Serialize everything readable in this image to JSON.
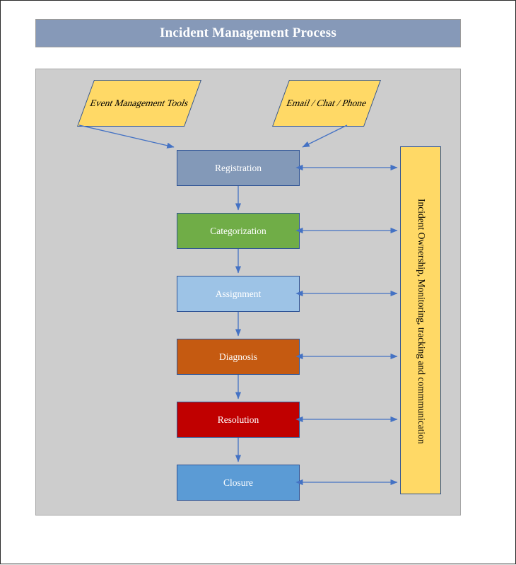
{
  "page": {
    "title": "Incident Management Process",
    "background_color": "#ffffff",
    "canvas_color": "#cdcdcd",
    "border_color": "#2b2b2b"
  },
  "header": {
    "title": "Incident Management Process",
    "fill": "#8699B8",
    "text_color": "#ffffff"
  },
  "inputs": [
    {
      "name": "event-management-tools",
      "lines": [
        "Event",
        "Management",
        "Tools"
      ],
      "fill": "#FFD966",
      "border": "#2E5395"
    },
    {
      "name": "email-chat-phone",
      "lines": [
        "Email / Chat",
        "/ Phone"
      ],
      "fill": "#FFD966",
      "border": "#2E5395"
    }
  ],
  "process_steps": [
    {
      "label": "Registration",
      "fill": "#8399B8",
      "text_color": "#ffffff"
    },
    {
      "label": "Categorization",
      "fill": "#70AD47",
      "text_color": "#ffffff"
    },
    {
      "label": "Assignment",
      "fill": "#9DC3E6",
      "text_color": "#ffffff"
    },
    {
      "label": "Diagnosis",
      "fill": "#C55A11",
      "text_color": "#ffffff"
    },
    {
      "label": "Resolution",
      "fill": "#C00000",
      "text_color": "#ffffff"
    },
    {
      "label": "Closure",
      "fill": "#5B9BD5",
      "text_color": "#ffffff"
    }
  ],
  "sidebar": {
    "label": "Incident Ownership, Monitoring, tracking and commmunication",
    "fill": "#FFD966",
    "border": "#2E5395",
    "orientation": "vertical"
  },
  "connectors": {
    "color": "#4472C4",
    "flow_arrow_style": "single-headed downward",
    "sidebar_arrow_style": "double-headed horizontal",
    "input_arrow_style": "single-headed diagonal"
  }
}
